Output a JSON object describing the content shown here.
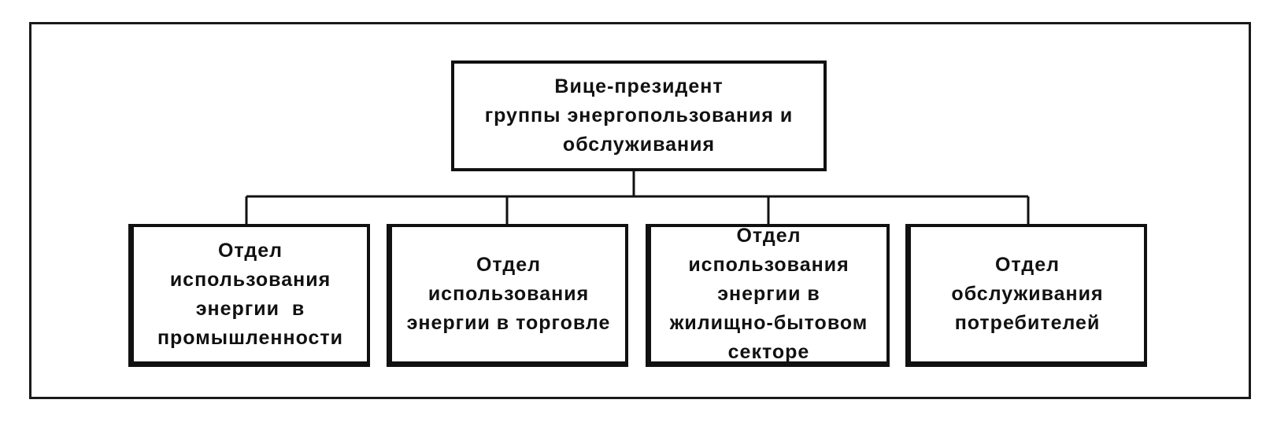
{
  "diagram": {
    "root": {
      "lines": [
        "Вице-президент",
        "группы энергопользования и",
        "обслуживания"
      ]
    },
    "children": [
      {
        "lines": [
          "Отдел",
          "использования",
          "энергии  в",
          "промышленности"
        ]
      },
      {
        "lines": [
          "Отдел",
          "использования",
          "энергии в торговле"
        ]
      },
      {
        "lines": [
          "Отдел",
          "использования",
          "энергии в",
          "жилищно-бытовом",
          "секторе"
        ]
      },
      {
        "lines": [
          "Отдел",
          "обслуживания",
          "потребителей"
        ]
      }
    ]
  },
  "colors": {
    "line": "#111111",
    "border": "#111111",
    "background": "#ffffff"
  }
}
